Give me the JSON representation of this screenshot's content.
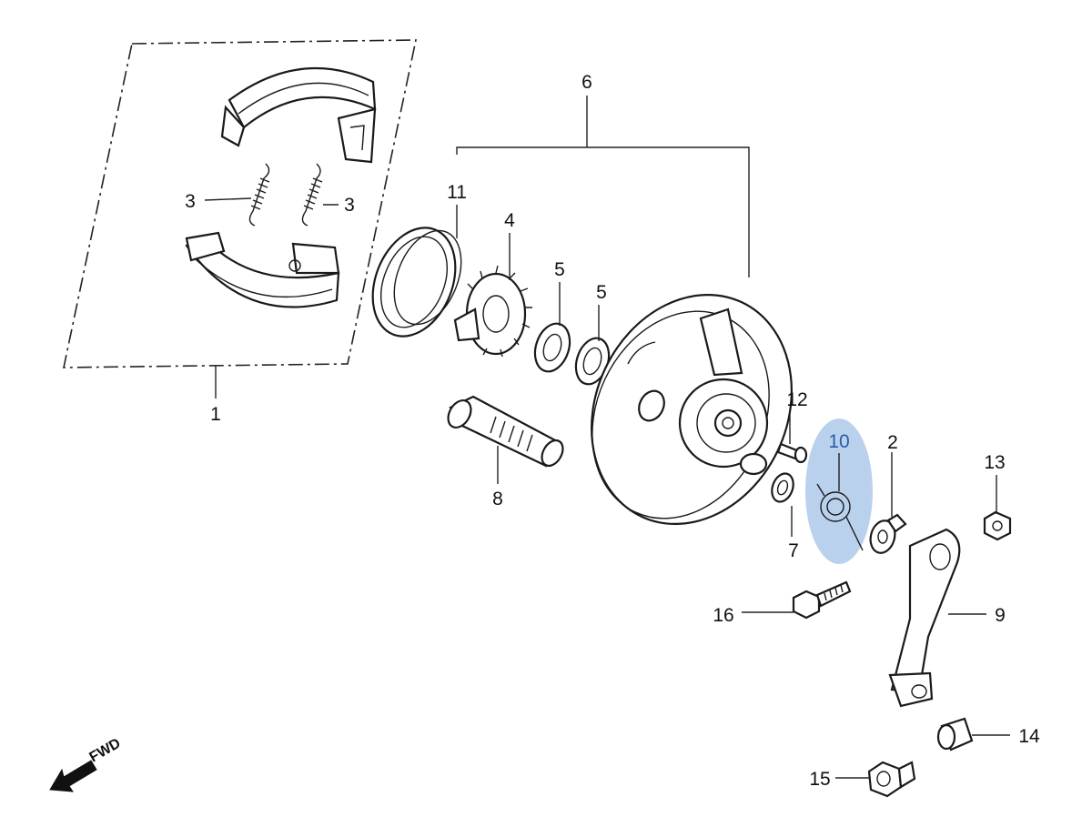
{
  "callouts": {
    "c1": "1",
    "c2": "2",
    "c3a": "3",
    "c3b": "3",
    "c4": "4",
    "c5a": "5",
    "c5b": "5",
    "c6": "6",
    "c7": "7",
    "c8": "8",
    "c9": "9",
    "c10": "10",
    "c11": "11",
    "c12": "12",
    "c13": "13",
    "c14": "14",
    "c15": "15",
    "c16": "16"
  },
  "direction_label": "FWD",
  "colors": {
    "highlight_fill": "#a9c6ea",
    "highlight_text": "#2b5ca8",
    "line": "#222222"
  }
}
